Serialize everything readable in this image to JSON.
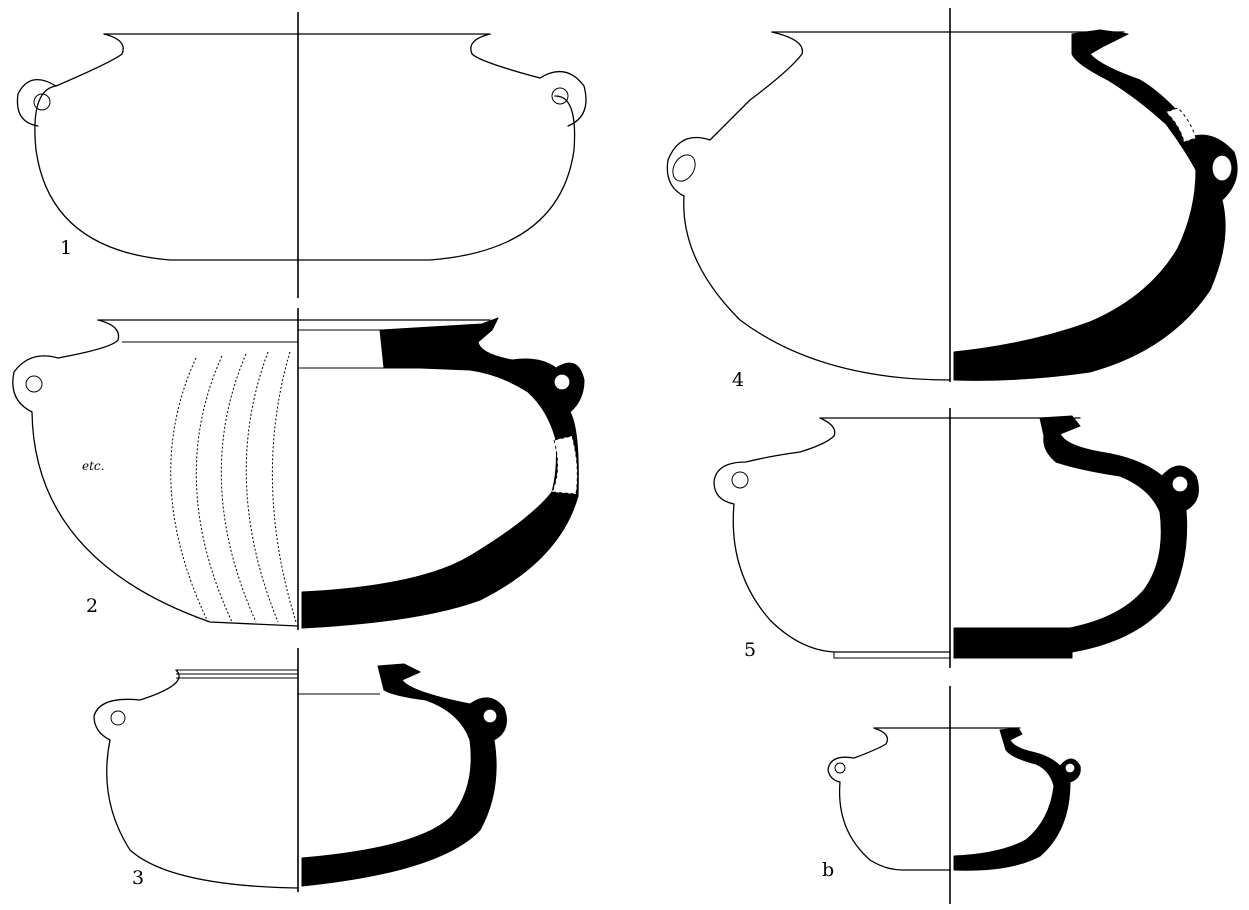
{
  "figure_labels": {
    "v1": "1",
    "v2": "2",
    "v3": "3",
    "v4": "4",
    "v5": "5",
    "v6": "b"
  },
  "annotation": "etc.",
  "colors": {
    "ink": "#000000",
    "paper": "#ffffff"
  }
}
